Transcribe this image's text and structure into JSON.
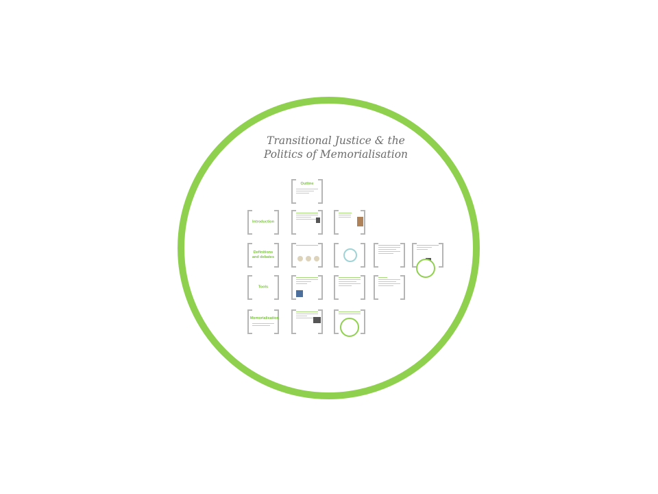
{
  "presentation": {
    "title_line1": "Transitional Justice & the",
    "title_line2": "Politics of Memorialisation"
  },
  "frames": {
    "outline": "Outline",
    "introduction": "Introduction",
    "definitions": "Definitions and debates",
    "tools": "Tools",
    "memorialisation": "Memorialisation"
  },
  "colors": {
    "accent": "#8fd14f",
    "heading": "#7cc242",
    "title": "#6b6b6b",
    "bracket": "#b5b5b5"
  }
}
